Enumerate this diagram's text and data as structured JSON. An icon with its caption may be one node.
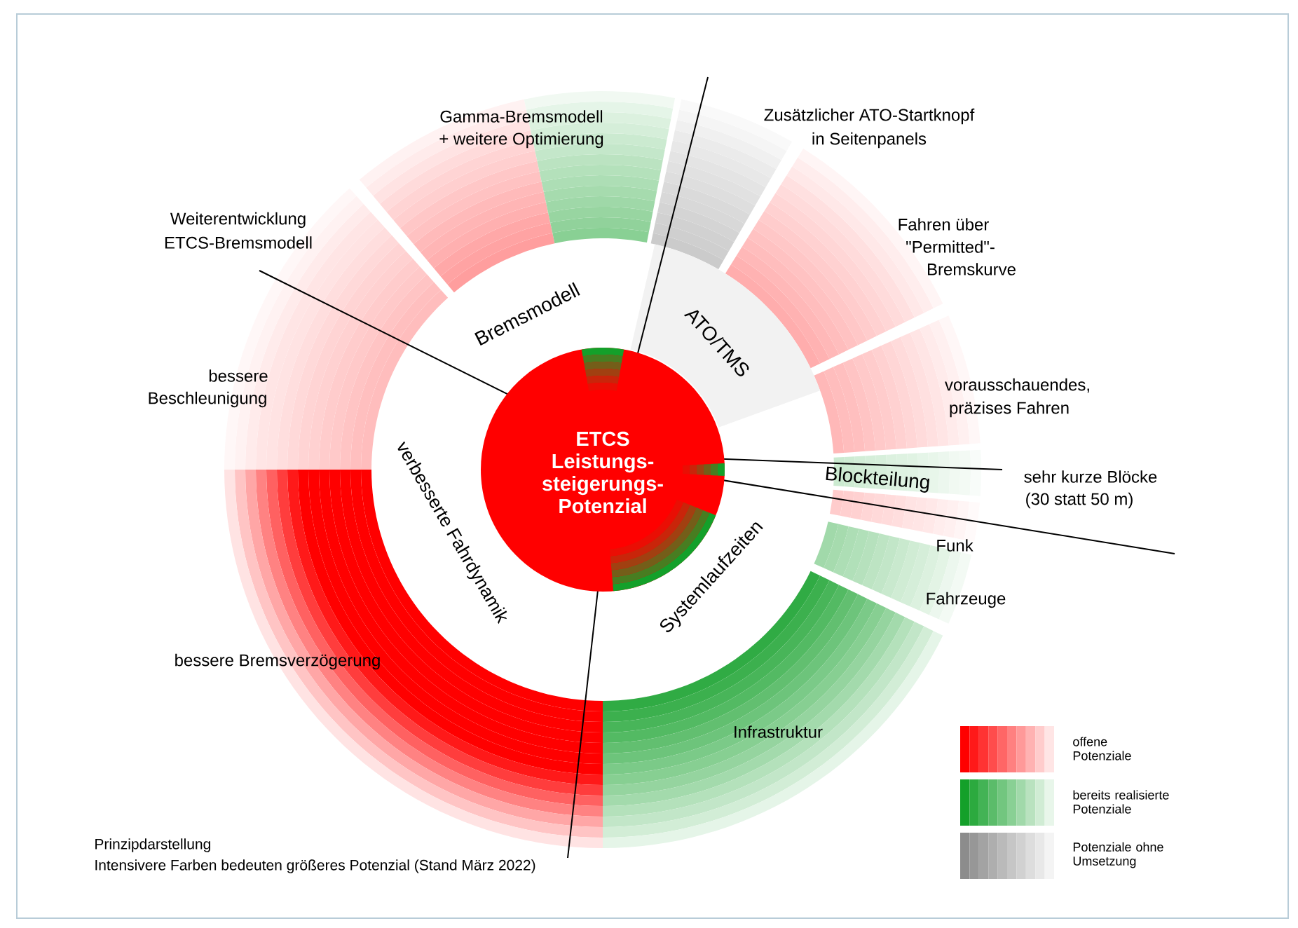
{
  "diagram": {
    "nodes": [
      {
        "text": [
          "ETCS Leistungs- steigerungs- Potenzial"
        ]
      }
    ],
    "labels": [
      "Gamma-Bremsmodell",
      "+ weitere Optimierung",
      "Zusätzlicher ATO-Startknopf",
      "in Seitenpanels",
      "Weiterentwicklung",
      "ETCS-Bremsmodell",
      "Fahren über",
      "\"Permitted\"-",
      "Bremskurve",
      "Bremsmodell",
      "ATO/TMS",
      "bessere",
      "Beschleunigung",
      "vorausschauendes,",
      "präzises Fahren",
      "verbesserte Fahrdynamik",
      "Blockteilung",
      "sehr kurze Blöcke",
      "(30 statt 50 m)",
      "Funk",
      "Systemlaufzeiten",
      "Fahrzeuge",
      "bessere Bremsverzögerung",
      "Infrastruktur",
      "Prinzipdarstellung",
      "Intensivere Farben bedeuten größeres Potenzial (Stand März 2022)"
    ],
    "legend": [
      {
        "text": "offene Potenziale",
        "color": "#ff0000"
      },
      {
        "text": "bereits realisierte Potenziale",
        "color": "#14a02a"
      },
      {
        "text": "Potenziale ohne Umsetzung",
        "color": "#8c8c8c"
      }
    ]
  }
}
